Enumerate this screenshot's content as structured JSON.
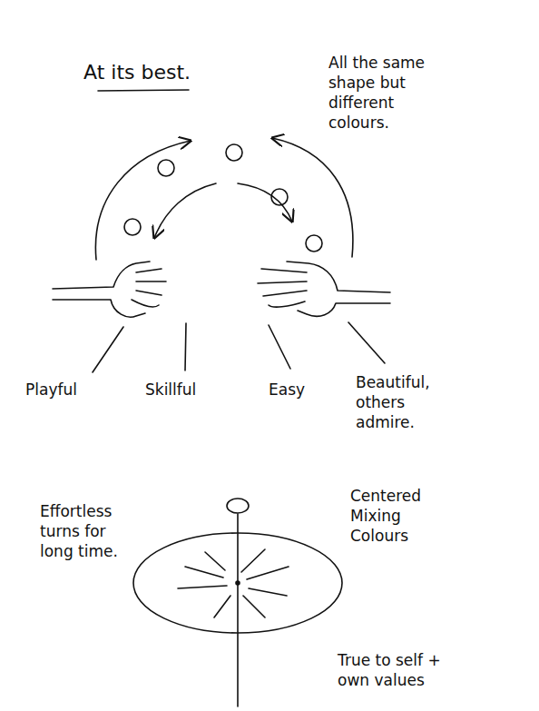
{
  "diagram": {
    "title": "At its best.",
    "labels": [
      "All the same shape but different colours.",
      "Playful",
      "Skillful",
      "Easy",
      "Beautiful, others admire.",
      "Effortless turns for long time.",
      "Centered Mixing Colours",
      "True to self + own values"
    ]
  }
}
